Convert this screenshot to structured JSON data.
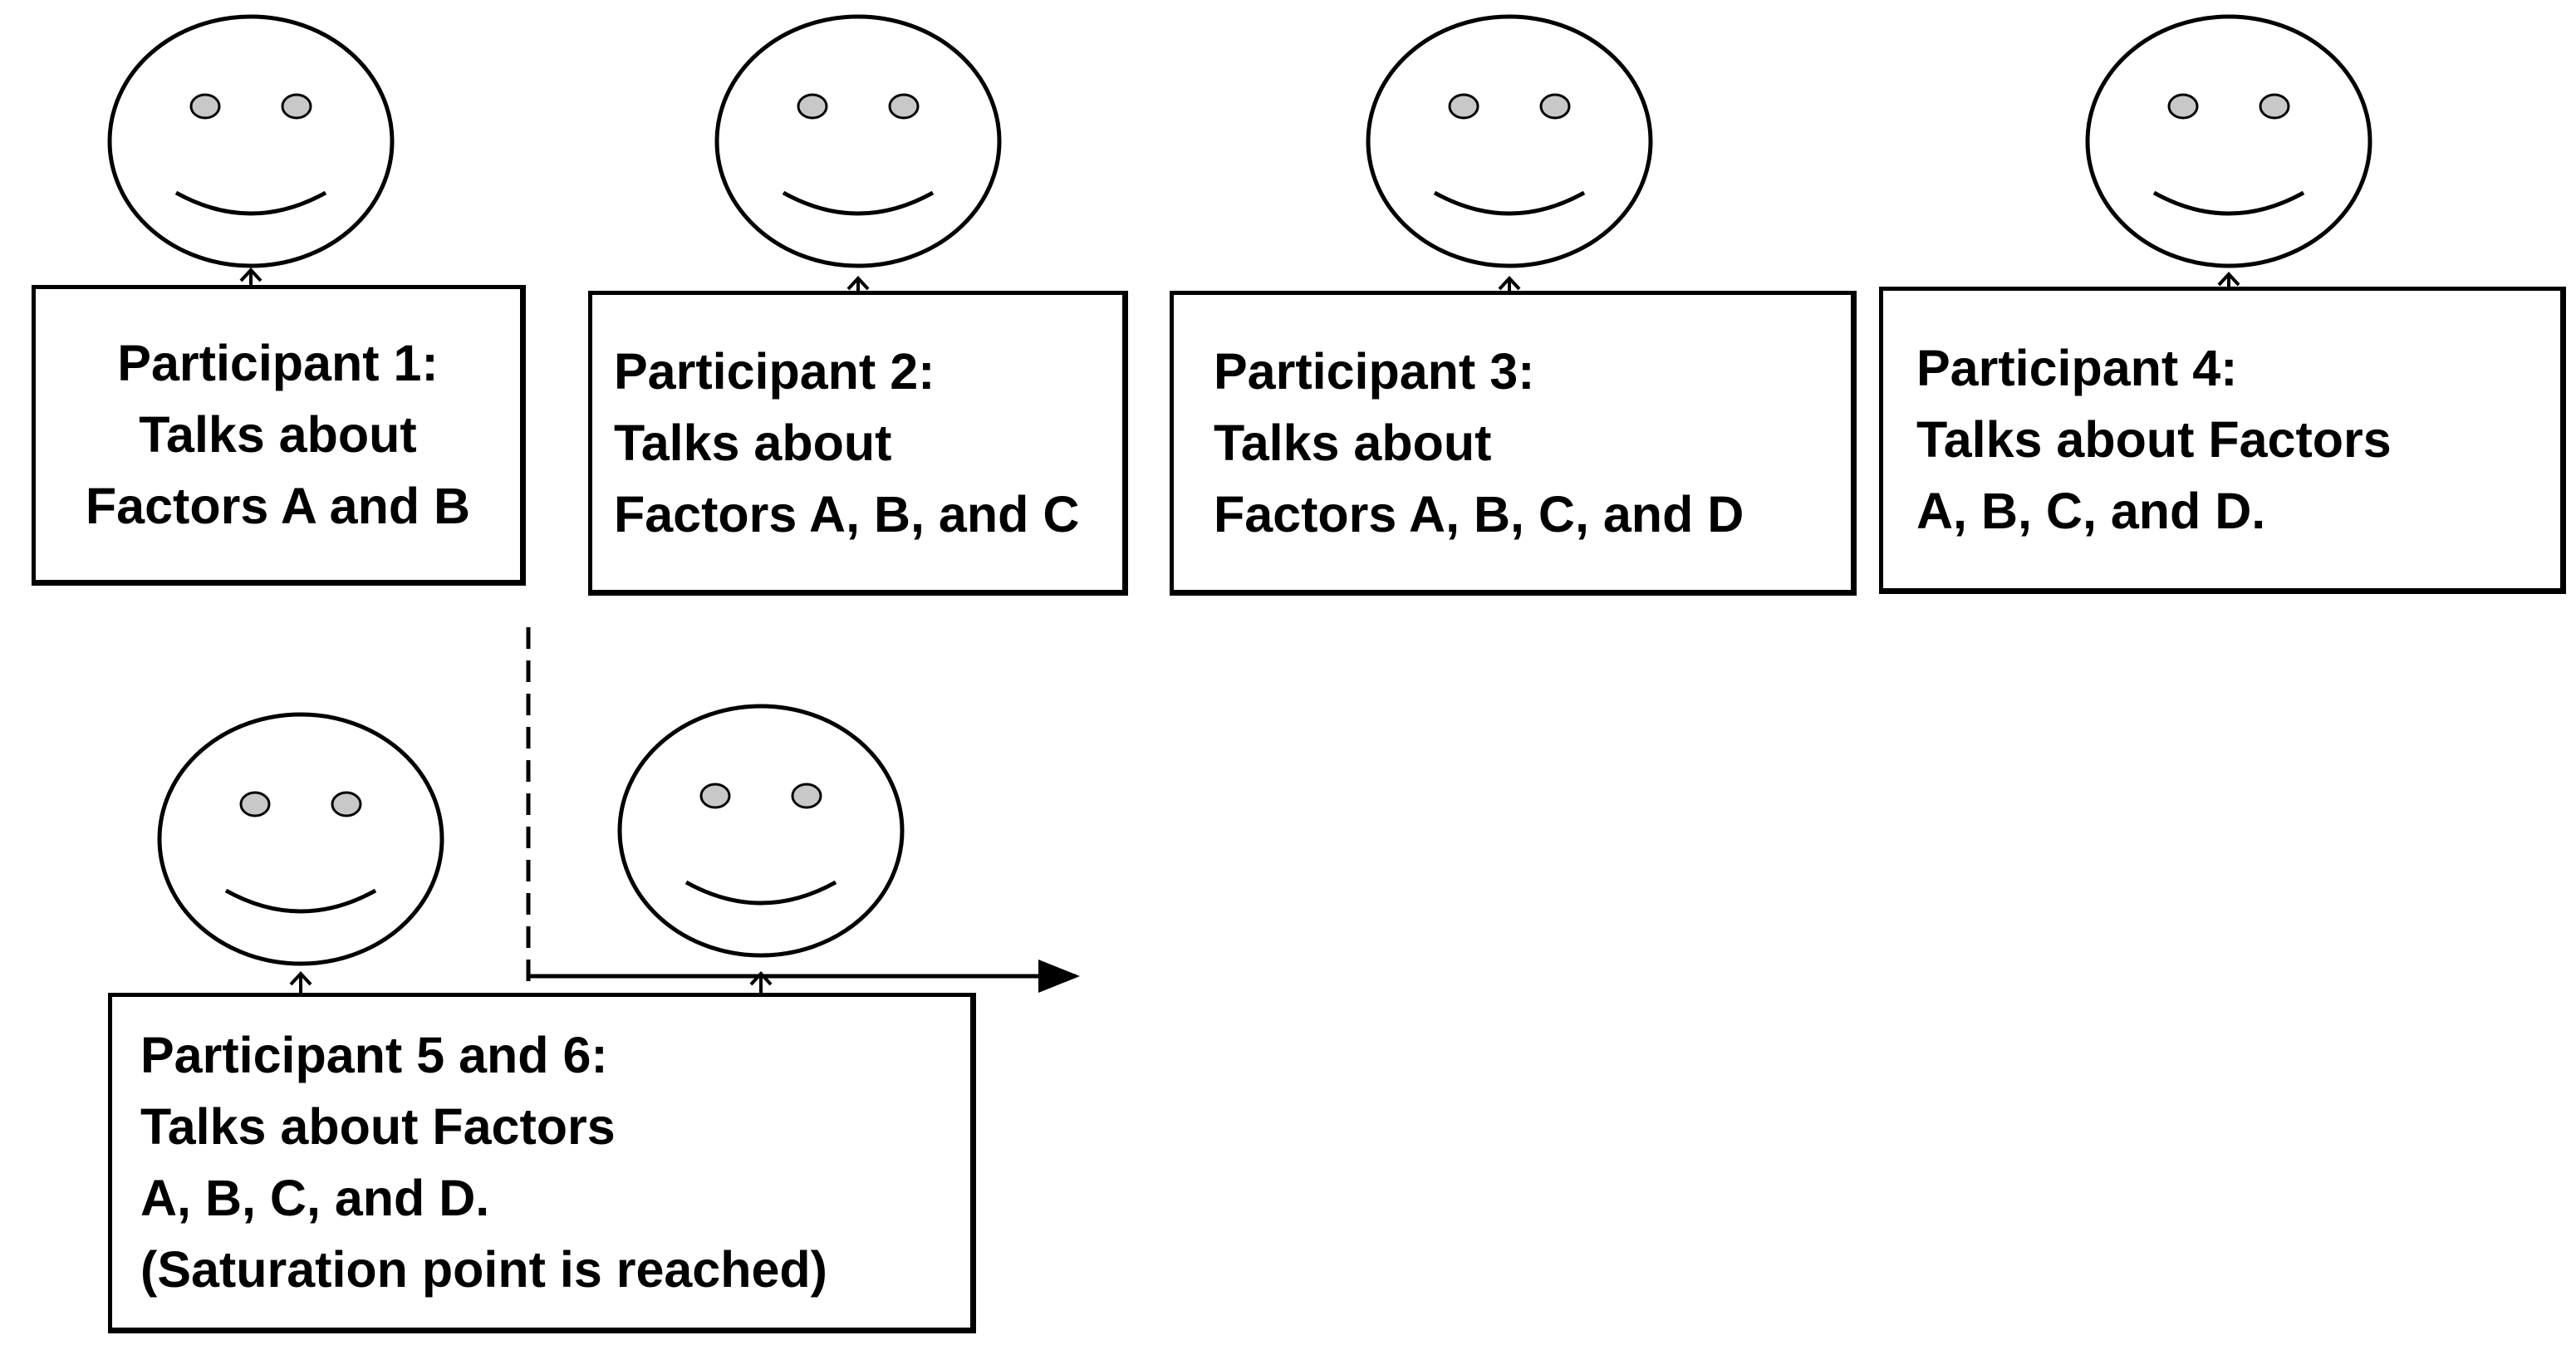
{
  "participants": [
    {
      "lines": [
        "Participant 1:",
        "Talks about",
        "Factors A and B"
      ]
    },
    {
      "lines": [
        "Participant 2:",
        "Talks about",
        "Factors A, B, and C"
      ]
    },
    {
      "lines": [
        "Participant 3:",
        "Talks about",
        "Factors A, B, C, and D"
      ]
    },
    {
      "lines": [
        "Participant 4:",
        "Talks about Factors",
        "A, B, C, and D."
      ]
    },
    {
      "lines": [
        "Participant 5 and 6:",
        "Talks about Factors",
        "A, B, C, and D.",
        "(Saturation point is reached)"
      ]
    }
  ],
  "colors": {
    "stroke": "#000000",
    "eye_fill": "#c8c8c8",
    "background": "#ffffff"
  },
  "icons": [
    "smiley-face-icon",
    "connector-arrow-icon"
  ]
}
